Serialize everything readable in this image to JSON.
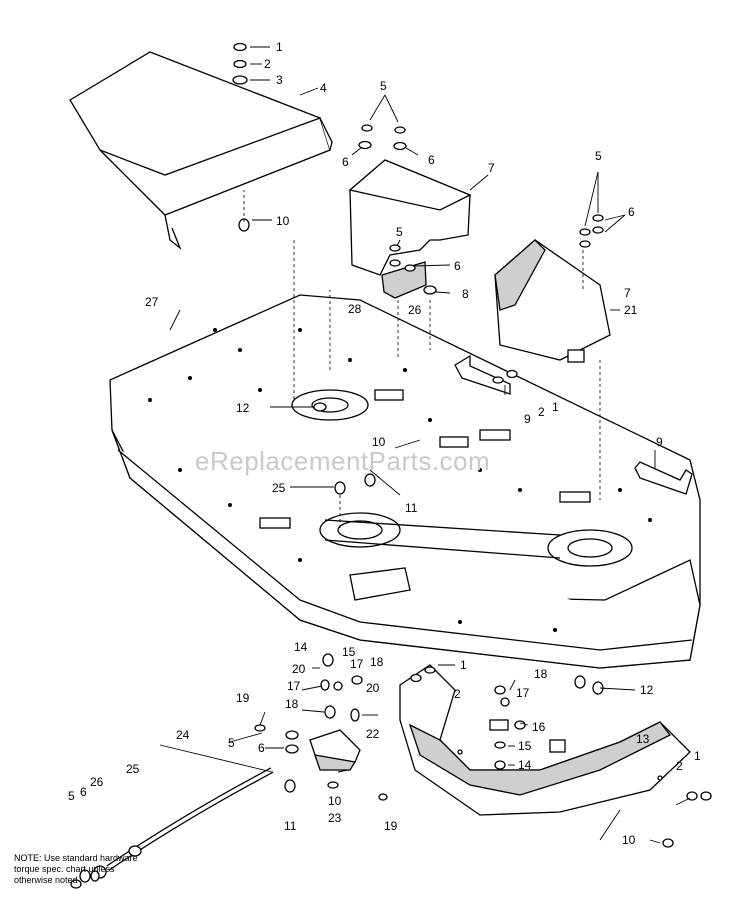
{
  "watermark": "eReplacementParts.com",
  "note": {
    "line1": "NOTE: Use standard hardware",
    "line2": "torque spec. chart unless",
    "line3": "otherwise noted"
  },
  "callouts": {
    "c_1a": "1",
    "c_2a": "2",
    "c_3a": "3",
    "c_4": "4",
    "c_5a": "5",
    "c_6a": "6",
    "c_6b": "6",
    "c_7a": "7",
    "c_10a": "10",
    "c_5b": "5",
    "c_6c": "6",
    "c_5c": "5",
    "c_6d": "6",
    "c_7b": "7",
    "c_21": "21",
    "c_27": "27",
    "c_28": "28",
    "c_26a": "26",
    "c_8": "8",
    "c_1b": "1",
    "c_2b": "2",
    "c_9a": "9",
    "c_12a": "12",
    "c_10b": "10",
    "c_9b": "9",
    "c_25a": "25",
    "c_11a": "11",
    "c_14a": "14",
    "c_15a": "15",
    "c_17a": "17",
    "c_18a": "18",
    "c_20a": "20",
    "c_17b": "17",
    "c_18b": "18",
    "c_20b": "20",
    "c_19a": "19",
    "c_22": "22",
    "c_5d": "5",
    "c_6e": "6",
    "c_24": "24",
    "c_25b": "25",
    "c_26b": "26",
    "c_6f": "6",
    "c_5e": "5",
    "c_11b": "11",
    "c_10c": "10",
    "c_23": "23",
    "c_19b": "19",
    "c_1c": "1",
    "c_2c": "2",
    "c_18c": "18",
    "c_17c": "17",
    "c_16": "16",
    "c_15b": "15",
    "c_14b": "14",
    "c_12b": "12",
    "c_13": "13",
    "c_2d": "2",
    "c_1d": "1",
    "c_10d": "10"
  }
}
